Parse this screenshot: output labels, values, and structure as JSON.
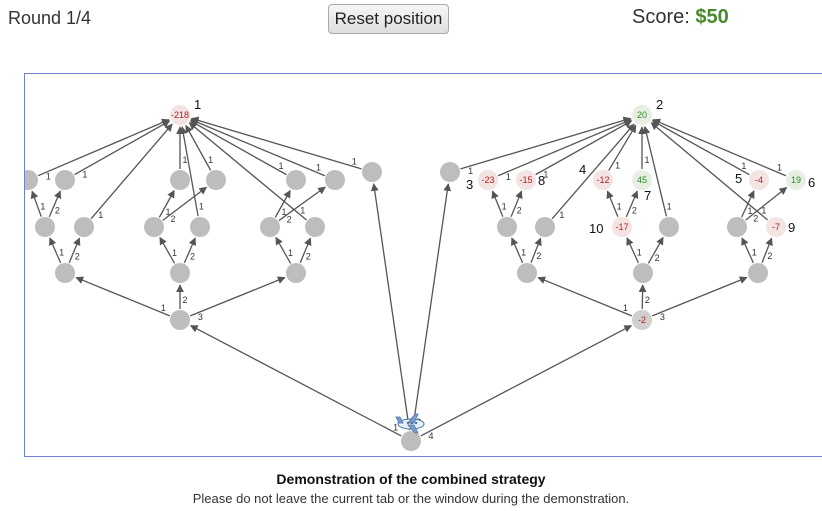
{
  "header": {
    "round": "Round 1/4",
    "reset_label": "Reset position",
    "score_label": "Score:",
    "score_value": "$50"
  },
  "caption": {
    "title": "Demonstration of the combined strategy",
    "note": "Please do not leave the current tab or the window during the demonstration."
  },
  "colors": {
    "border": "#6f7fd6",
    "edge": "#555555",
    "node_fill": "#bdbdbd",
    "revealed_fill": "#eeeeee",
    "negative_text": "#b22222",
    "positive_text": "#2e8b2e",
    "score_green": "#4a8a2a"
  },
  "graph": {
    "nodes": [
      {
        "id": "start",
        "value": "",
        "order": ""
      },
      {
        "id": "L1",
        "value": "",
        "order": ""
      },
      {
        "id": "L2a",
        "value": "",
        "order": ""
      },
      {
        "id": "L2b",
        "value": "",
        "order": ""
      },
      {
        "id": "L2c",
        "value": "",
        "order": ""
      },
      {
        "id": "L3a",
        "value": "",
        "order": ""
      },
      {
        "id": "L3b",
        "value": "",
        "order": ""
      },
      {
        "id": "L3c",
        "value": "",
        "order": ""
      },
      {
        "id": "L3d",
        "value": "",
        "order": ""
      },
      {
        "id": "L3e",
        "value": "",
        "order": ""
      },
      {
        "id": "L3f",
        "value": "",
        "order": ""
      },
      {
        "id": "L4a",
        "value": "",
        "order": ""
      },
      {
        "id": "L4b",
        "value": "",
        "order": ""
      },
      {
        "id": "L4c",
        "value": "",
        "order": ""
      },
      {
        "id": "L4d",
        "value": "",
        "order": ""
      },
      {
        "id": "L4e",
        "value": "",
        "order": ""
      },
      {
        "id": "L4f",
        "value": "",
        "order": ""
      },
      {
        "id": "LG",
        "value": "-218",
        "order": "1"
      },
      {
        "id": "M",
        "value": "",
        "order": ""
      },
      {
        "id": "ML",
        "value": "",
        "order": ""
      },
      {
        "id": "R1",
        "value": "-2",
        "order": ""
      },
      {
        "id": "R2a",
        "value": "",
        "order": ""
      },
      {
        "id": "R2b",
        "value": "",
        "order": ""
      },
      {
        "id": "R2c",
        "value": "",
        "order": ""
      },
      {
        "id": "R3a",
        "value": "",
        "order": ""
      },
      {
        "id": "R3b",
        "value": "",
        "order": ""
      },
      {
        "id": "R3c",
        "value": "-17",
        "order": "10"
      },
      {
        "id": "R3d",
        "value": "",
        "order": ""
      },
      {
        "id": "R3e",
        "value": "",
        "order": ""
      },
      {
        "id": "R3f",
        "value": "-7",
        "order": "9"
      },
      {
        "id": "R4a",
        "value": "-23",
        "order": "3"
      },
      {
        "id": "R4b",
        "value": "-15",
        "order": "8"
      },
      {
        "id": "R4c",
        "value": "-12",
        "order": "4"
      },
      {
        "id": "R4d",
        "value": "45",
        "order": "7"
      },
      {
        "id": "R4e",
        "value": "-4",
        "order": "5"
      },
      {
        "id": "R4f",
        "value": "19",
        "order": "6"
      },
      {
        "id": "RG",
        "value": "20",
        "order": "2"
      }
    ],
    "edges": [
      {
        "from": "start",
        "to": "L1",
        "label": "1"
      },
      {
        "from": "start",
        "to": "M",
        "label": "2"
      },
      {
        "from": "start",
        "to": "ML",
        "label": "3"
      },
      {
        "from": "start",
        "to": "R1",
        "label": "4"
      },
      {
        "from": "L1",
        "to": "L2a",
        "label": "1"
      },
      {
        "from": "L1",
        "to": "L2b",
        "label": "2"
      },
      {
        "from": "L1",
        "to": "L2c",
        "label": "3"
      },
      {
        "from": "L2a",
        "to": "L3a",
        "label": "1"
      },
      {
        "from": "L2a",
        "to": "L3b",
        "label": "2"
      },
      {
        "from": "L2b",
        "to": "L3c",
        "label": "1"
      },
      {
        "from": "L2b",
        "to": "L3d",
        "label": "2"
      },
      {
        "from": "L2c",
        "to": "L3e",
        "label": "1"
      },
      {
        "from": "L2c",
        "to": "L3f",
        "label": "2"
      },
      {
        "from": "L3a",
        "to": "L4a",
        "label": "1"
      },
      {
        "from": "L3a",
        "to": "L4b",
        "label": "2"
      },
      {
        "from": "L3b",
        "to": "LG",
        "label": "1"
      },
      {
        "from": "L3c",
        "to": "L4c",
        "label": "1"
      },
      {
        "from": "L3c",
        "to": "L4d",
        "label": "2"
      },
      {
        "from": "L3d",
        "to": "LG",
        "label": "1"
      },
      {
        "from": "L3e",
        "to": "L4e",
        "label": "1"
      },
      {
        "from": "L3e",
        "to": "L4f",
        "label": "2"
      },
      {
        "from": "L3f",
        "to": "LG",
        "label": "1"
      },
      {
        "from": "L4a",
        "to": "LG",
        "label": "1"
      },
      {
        "from": "L4b",
        "to": "LG",
        "label": "1"
      },
      {
        "from": "L4c",
        "to": "LG",
        "label": "1"
      },
      {
        "from": "L4d",
        "to": "LG",
        "label": "1"
      },
      {
        "from": "L4e",
        "to": "LG",
        "label": "1"
      },
      {
        "from": "L4f",
        "to": "LG",
        "label": "1"
      },
      {
        "from": "M",
        "to": "LG",
        "label": "1"
      },
      {
        "from": "ML",
        "to": "RG",
        "label": "1"
      },
      {
        "from": "R1",
        "to": "R2a",
        "label": "1"
      },
      {
        "from": "R1",
        "to": "R2b",
        "label": "2"
      },
      {
        "from": "R1",
        "to": "R2c",
        "label": "3"
      },
      {
        "from": "R2a",
        "to": "R3a",
        "label": "1"
      },
      {
        "from": "R2a",
        "to": "R3b",
        "label": "2"
      },
      {
        "from": "R2b",
        "to": "R3c",
        "label": "1"
      },
      {
        "from": "R2b",
        "to": "R3d",
        "label": "2"
      },
      {
        "from": "R2c",
        "to": "R3e",
        "label": "1"
      },
      {
        "from": "R2c",
        "to": "R3f",
        "label": "2"
      },
      {
        "from": "R3a",
        "to": "R4a",
        "label": "1"
      },
      {
        "from": "R3a",
        "to": "R4b",
        "label": "2"
      },
      {
        "from": "R3b",
        "to": "RG",
        "label": "1"
      },
      {
        "from": "R3c",
        "to": "R4c",
        "label": "1"
      },
      {
        "from": "R3c",
        "to": "R4d",
        "label": "2"
      },
      {
        "from": "R3d",
        "to": "RG",
        "label": "1"
      },
      {
        "from": "R3e",
        "to": "R4e",
        "label": "1"
      },
      {
        "from": "R3e",
        "to": "R4f",
        "label": "2"
      },
      {
        "from": "R3f",
        "to": "RG",
        "label": "1"
      },
      {
        "from": "R4a",
        "to": "RG",
        "label": "1"
      },
      {
        "from": "R4b",
        "to": "RG",
        "label": "1"
      },
      {
        "from": "R4c",
        "to": "RG",
        "label": "1"
      },
      {
        "from": "R4d",
        "to": "RG",
        "label": "1"
      },
      {
        "from": "R4e",
        "to": "RG",
        "label": "1"
      },
      {
        "from": "R4f",
        "to": "RG",
        "label": "1"
      }
    ]
  }
}
